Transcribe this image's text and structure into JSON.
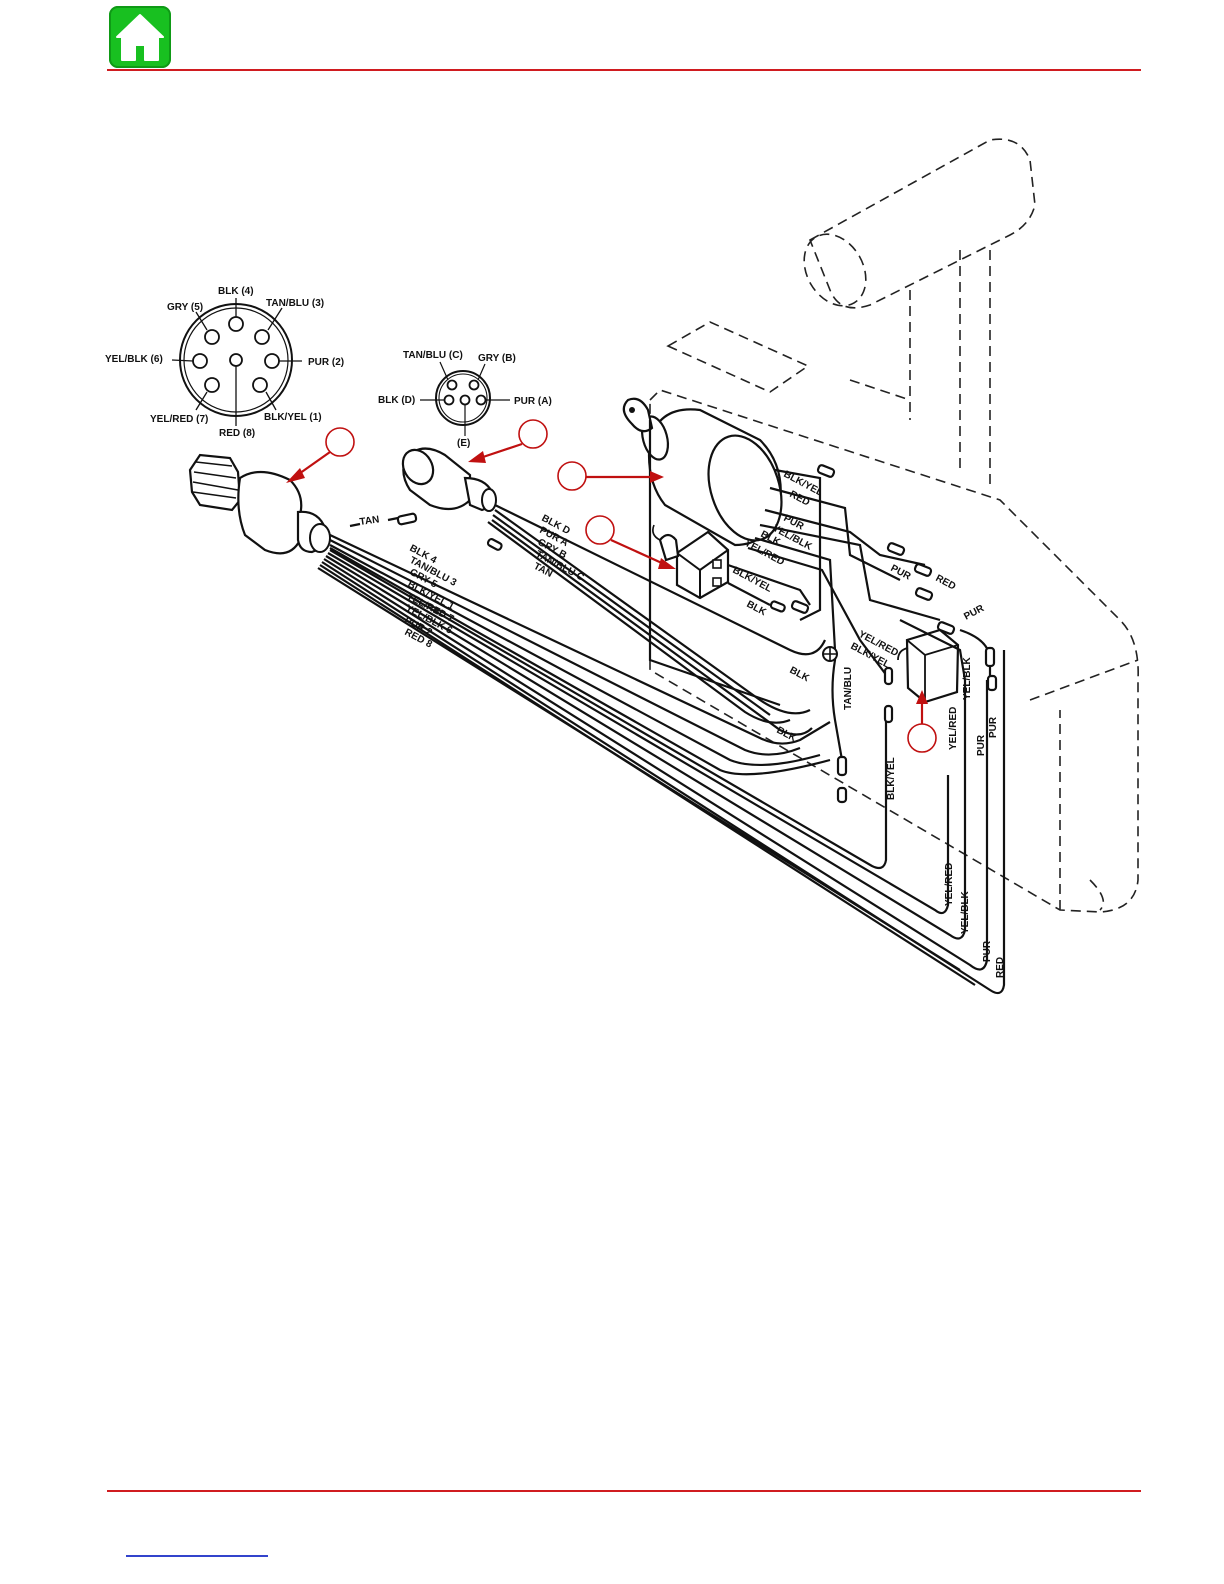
{
  "header": {
    "home_icon": "home-icon",
    "accent": "#d01c20",
    "home_color": "#18c020"
  },
  "connector_8pin": {
    "pins": [
      {
        "label": "BLK (4)"
      },
      {
        "label": "TAN/BLU (3)"
      },
      {
        "label": "GRY (5)"
      },
      {
        "label": "YEL/BLK (6)"
      },
      {
        "label": "PUR (2)"
      },
      {
        "label": "YEL/RED (7)"
      },
      {
        "label": "BLK/YEL (1)"
      },
      {
        "label": "RED (8)"
      }
    ]
  },
  "connector_5pin": {
    "pins": [
      {
        "label": "TAN/BLU (C)"
      },
      {
        "label": "GRY (B)"
      },
      {
        "label": "BLK (D)"
      },
      {
        "label": "PUR (A)"
      },
      {
        "label": "(E)"
      }
    ]
  },
  "harness_8pin_wires": [
    "BLK 4",
    "TAN/BLU 3",
    "GRY 5",
    "BLK/YEL 1",
    "YEL/RED 7",
    "YEL/BLK 6",
    "PUR 2",
    "RED 8"
  ],
  "harness_5pin_wires": [
    "BLK D",
    "PUR A",
    "GRY B",
    "TAN/BLU C",
    "TAN"
  ],
  "tan_lead": "TAN",
  "key_switch_wires": [
    "BLK/YEL",
    "RED",
    "PUR",
    "YEL/BLK",
    "BLK",
    "YEL/RED"
  ],
  "lanyard_switch_wires": [
    "BLK/YEL",
    "BLK"
  ],
  "mid_labels": {
    "red": "RED",
    "pur_a": "PUR",
    "pur_b": "PUR",
    "yel_red": "YEL/RED",
    "blk_yel": "BLK/YEL",
    "blk_ground": "BLK",
    "blk_loop": "BLK",
    "tan_blu": "TAN/BLU",
    "blk_yel_vert": "BLK/YEL",
    "yel_blk_vert": "YEL/BLK",
    "yel_red_vert": "YEL/RED",
    "pur_vert_a": "PUR",
    "pur_vert_b": "PUR"
  },
  "bottom_labels": [
    "YEL/RED",
    "YEL/BLK",
    "PUR",
    "RED"
  ]
}
